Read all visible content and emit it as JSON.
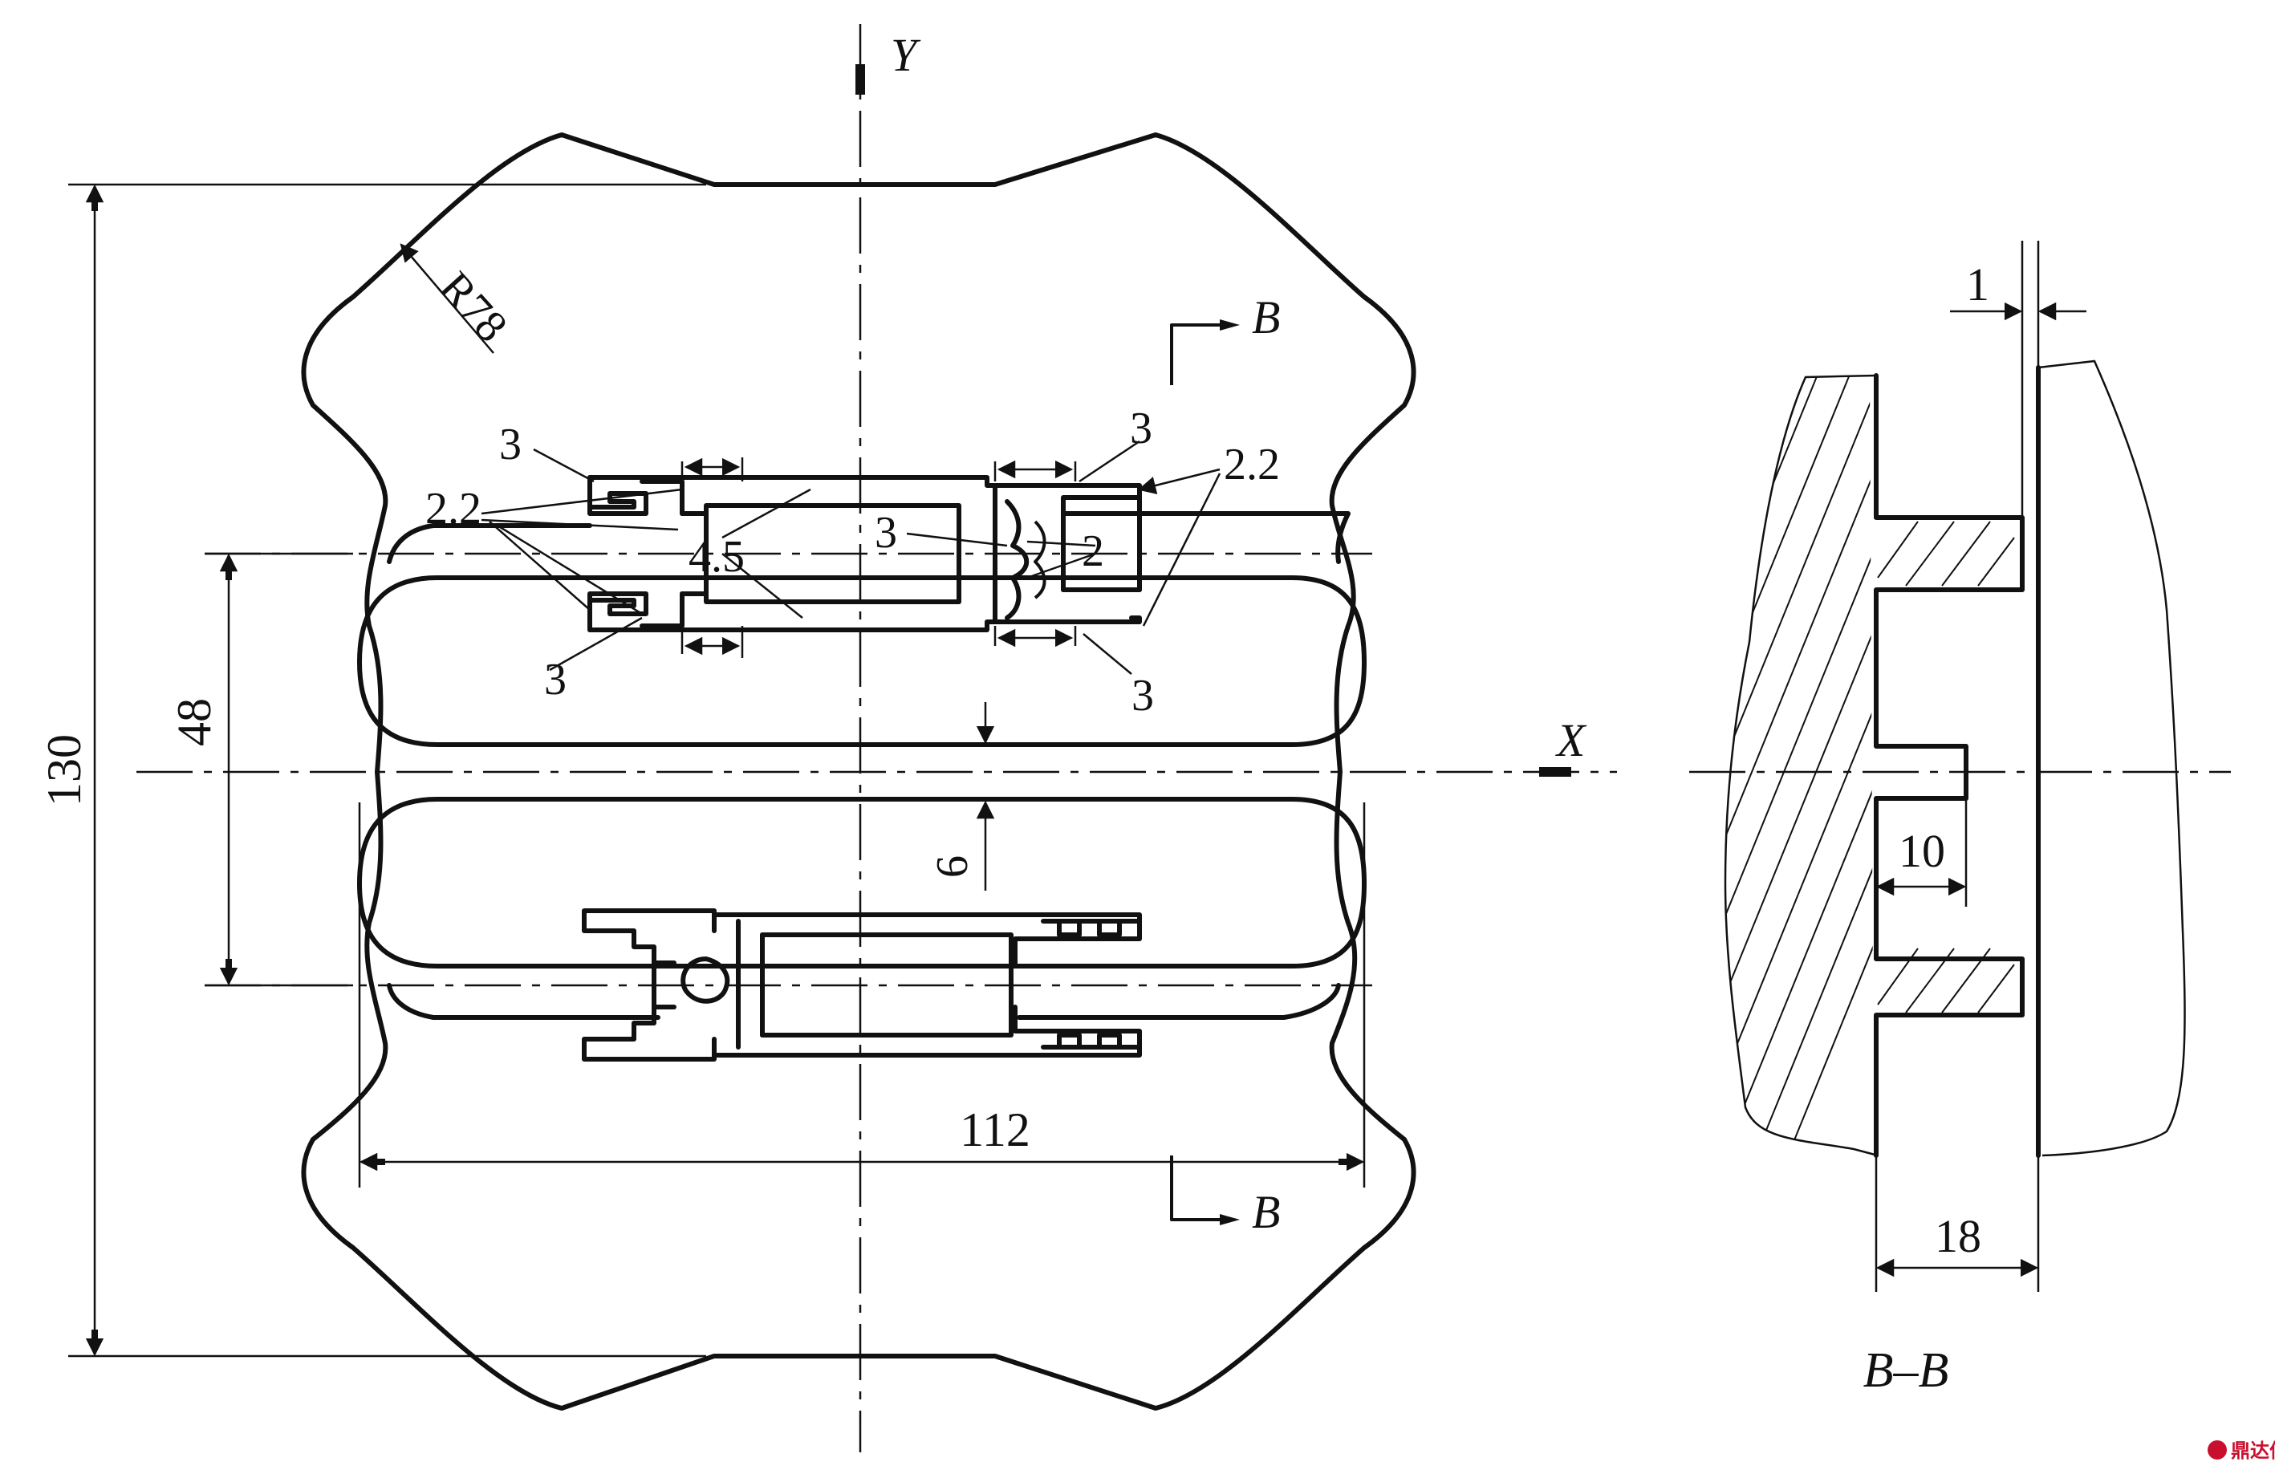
{
  "axes": {
    "y_label": "Y",
    "x_label": "X"
  },
  "section_marks": {
    "top": "B",
    "bottom": "B"
  },
  "dimensions": {
    "height_130": "130",
    "height_48": "48",
    "width_112": "112",
    "radius": "R78",
    "gap_6": "6"
  },
  "callouts": {
    "t3_top_left": "3",
    "t22_left": "2.2",
    "t45": "4.5",
    "t3_center": "3",
    "t2": "2",
    "t3_top_right": "3",
    "t22_right": "2.2",
    "t3_bottom_left": "3",
    "t3_bottom_right": "3"
  },
  "section_view": {
    "label": "B–B",
    "dim_1": "1",
    "dim_10": "10",
    "dim_18": "18"
  },
  "watermark": {
    "text": "鼎达信"
  }
}
